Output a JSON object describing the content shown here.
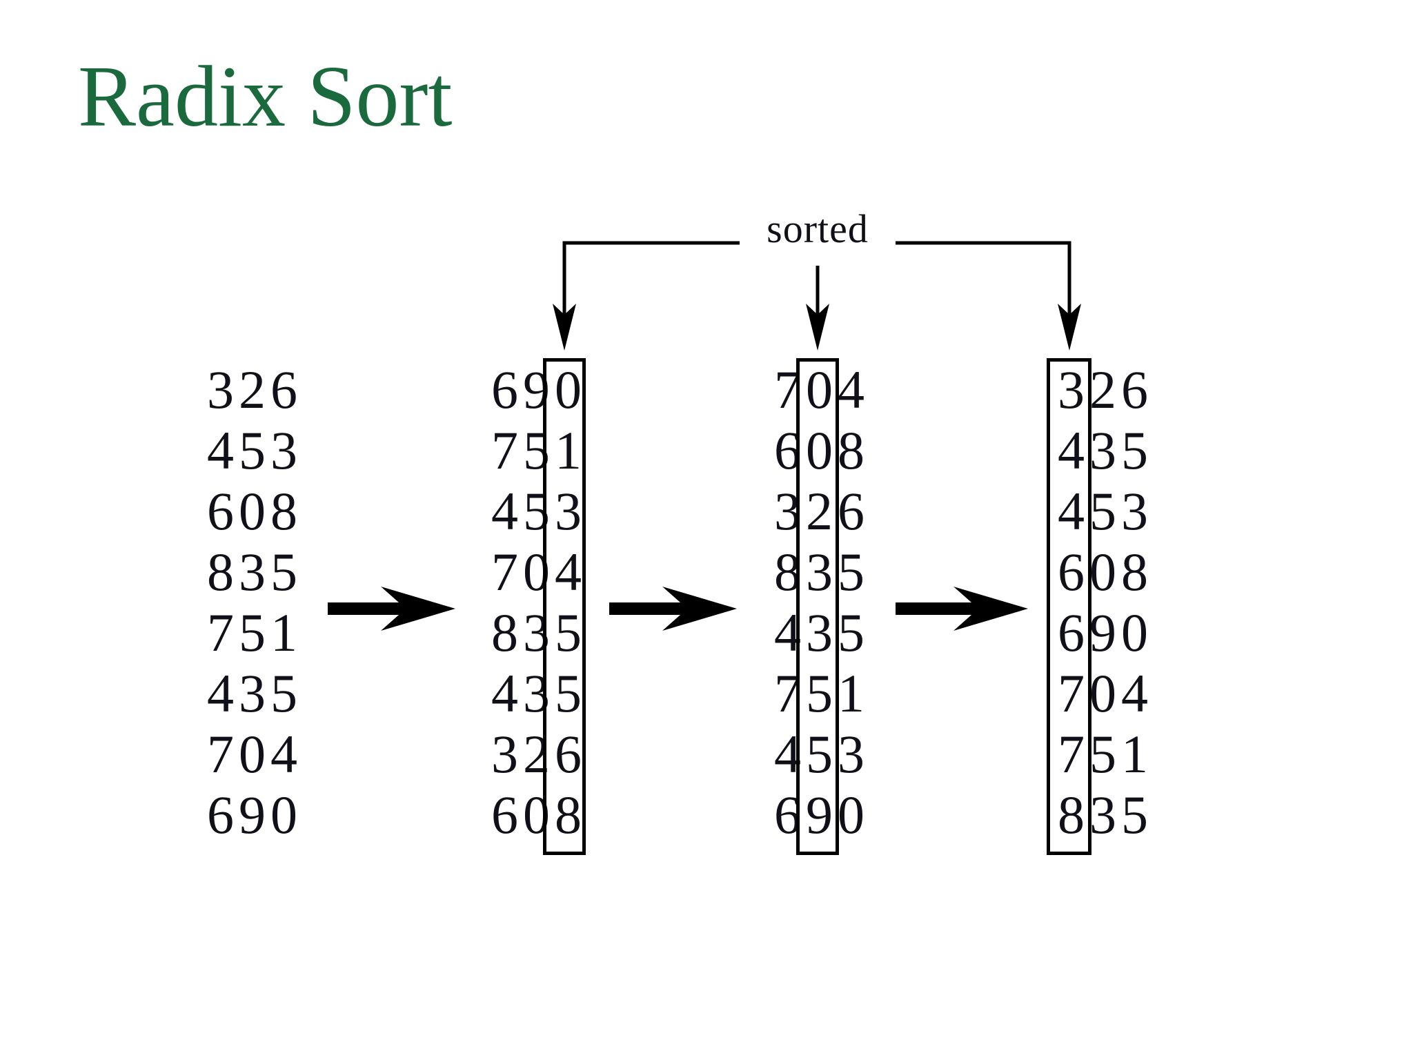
{
  "title": "Radix Sort",
  "diagram": {
    "sorted_label": "sorted",
    "columns": [
      {
        "name": "initial-list",
        "boxed_digit": null,
        "values": [
          "326",
          "453",
          "608",
          "835",
          "751",
          "435",
          "704",
          "690"
        ]
      },
      {
        "name": "pass-1-sorted-by-ones",
        "boxed_digit": "ones",
        "values": [
          "690",
          "751",
          "453",
          "704",
          "835",
          "435",
          "326",
          "608"
        ]
      },
      {
        "name": "pass-2-sorted-by-tens",
        "boxed_digit": "tens",
        "values": [
          "704",
          "608",
          "326",
          "835",
          "435",
          "751",
          "453",
          "690"
        ]
      },
      {
        "name": "pass-3-sorted-by-hundreds",
        "boxed_digit": "hundreds",
        "values": [
          "326",
          "435",
          "453",
          "608",
          "690",
          "704",
          "751",
          "835"
        ]
      }
    ],
    "colors": {
      "title": "#1b6a3e",
      "ink": "#101018",
      "line": "#000000"
    }
  }
}
